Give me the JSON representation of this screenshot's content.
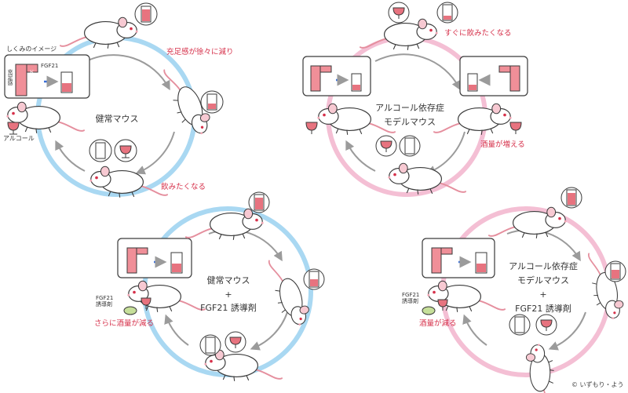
{
  "colors": {
    "healthy_ring": "#a9d8f2",
    "dependence_ring": "#f4bfd4",
    "accent_text": "#d6304a",
    "mouse_fill": "#ffffff",
    "mouse_outline": "#3a3a3a",
    "ear_pink": "#f2a6b5",
    "liquid": "#e7737f",
    "arrow_gray": "#9b9b9b",
    "arrow_blue": "#3a6fd8"
  },
  "panels": {
    "healthy": {
      "center_label": "健常マウス",
      "mechanism_heading": "しくみのイメージ",
      "fgf21_label": "FGF21",
      "dopamine_label": "ドーパミン",
      "satiety_label": "充足感",
      "alcohol_label": "アルコール",
      "step_satiety": "充足感が徐々に減り",
      "step_want": "飲みたくなる"
    },
    "dependence": {
      "center_line1": "アルコール依存症",
      "center_line2": "モデルマウス",
      "step_want_soon": "すぐに飲みたくなる",
      "step_increase": "酒量が増える"
    },
    "healthy_inducer": {
      "center_line1": "健常マウス",
      "center_plus": "+",
      "center_line2": "FGF21 誘導剤",
      "inducer_label": "FGF21\n誘導剤",
      "step_decrease_more": "さらに酒量が減る"
    },
    "dependence_inducer": {
      "center_line1": "アルコール依存症",
      "center_line2": "モデルマウス",
      "center_plus": "+",
      "center_line3": "FGF21 誘導剤",
      "inducer_label": "FGF21\n誘導剤",
      "step_decrease": "酒量が減る"
    }
  },
  "credit": "© いずもり・よう",
  "icons": [
    "mouse-icon",
    "glass-icon",
    "bottle-gauge-icon",
    "brain-icon",
    "thought-bubble-icon",
    "pill-icon",
    "cycle-arrow-icon"
  ]
}
